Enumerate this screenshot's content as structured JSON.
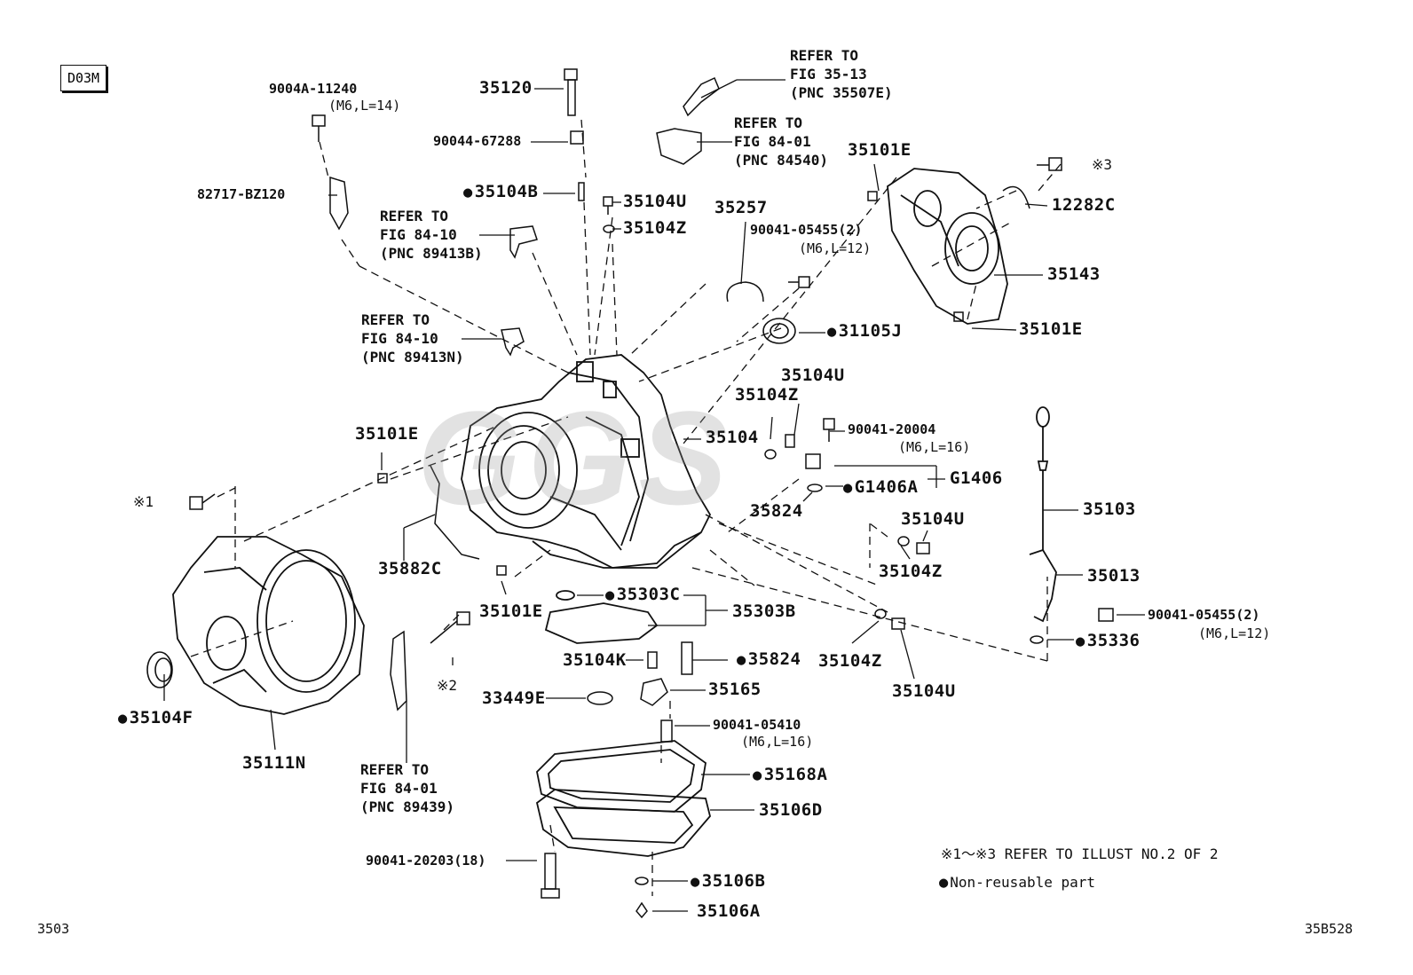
{
  "diagram_code": "D03M",
  "watermark": "GGS",
  "page_ref_left": "3503",
  "page_ref_right": "35B528",
  "labels": {
    "p35120": "35120",
    "p90044_67288": "90044-67288",
    "p35104B": "35104B",
    "p35104U_a": "35104U",
    "p35104Z_a": "35104Z",
    "p35257": "35257",
    "p90041_05455_a": "90041-05455(2)",
    "p90041_05455_a_sub": "(M6,L=12)",
    "p31105J": "31105J",
    "p35101E_top": "35101E",
    "p12282C": "12282C",
    "p35143": "35143",
    "p35101E_r": "35101E",
    "x3": "※3",
    "p9004A_11240": "9004A-11240",
    "p9004A_sub": "(M6,L=14)",
    "p82717_BZ120": "82717-BZ120",
    "p35104U_b": "35104U",
    "p35104Z_b": "35104Z",
    "p35104": "35104",
    "p90041_20004": "90041-20004",
    "p90041_20004_sub": "(M6,L=16)",
    "pG1406": "G1406",
    "pG1406A": "G1406A",
    "p35824_a": "35824",
    "p35101E_l": "35101E",
    "x1": "※1",
    "p35882C": "35882C",
    "p35104U_c": "35104U",
    "p35104Z_c": "35104Z",
    "p35103": "35103",
    "p35013": "35013",
    "p90041_05455_b": "90041-05455(2)",
    "p90041_05455_b_sub": "(M6,L=12)",
    "p35336": "35336",
    "p35101E_c": "35101E",
    "p35303C": "35303C",
    "p35303B": "35303B",
    "p35104Z_d": "35104Z",
    "p35104U_d": "35104U",
    "p35104K": "35104K",
    "p35824_b": "35824",
    "p35165": "35165",
    "p33449E": "33449E",
    "p90041_05410": "90041-05410",
    "p90041_05410_sub": "(M6,L=16)",
    "x2": "※2",
    "p35104F": "35104F",
    "p35111N": "35111N",
    "p35168A": "35168A",
    "p35106D": "35106D",
    "p90041_20203": "90041-20203(18)",
    "p35106B": "35106B",
    "p35106A": "35106A"
  },
  "refs": {
    "r1": "REFER TO\nFIG 35-13\n(PNC 35507E)",
    "r2": "REFER TO\nFIG 84-01\n(PNC 84540)",
    "r3": "REFER TO\nFIG 84-10\n(PNC 89413B)",
    "r4": "REFER TO\nFIG 84-10\n(PNC 89413N)",
    "r5": "REFER TO\nFIG 84-01\n(PNC 89439)"
  },
  "notes": {
    "note1": "※1～※3 REFER TO ILLUST NO.2 OF 2",
    "note2": "Non-reusable part"
  }
}
